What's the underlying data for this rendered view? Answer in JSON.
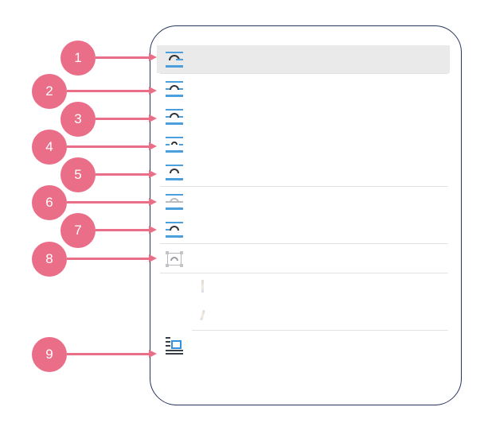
{
  "panel": {
    "name": "borders-menu-panel",
    "border_color": "#27355c",
    "selected_row_color": "#eaeaea",
    "separator_color": "#e2e2e2",
    "rows": [
      {
        "id": "row-1",
        "icon": "border-bottom-icon",
        "label": "",
        "selected": true,
        "disabled": false
      },
      {
        "id": "row-2",
        "icon": "border-all-icon",
        "label": "",
        "selected": false,
        "disabled": false
      },
      {
        "id": "row-3",
        "icon": "border-outer-icon",
        "label": "",
        "selected": false,
        "disabled": false
      },
      {
        "id": "row-4",
        "icon": "border-inner-icon",
        "label": "",
        "selected": false,
        "disabled": false
      },
      {
        "id": "row-5",
        "icon": "border-top-bottom-icon",
        "label": "",
        "selected": false,
        "disabled": false
      },
      {
        "id": "row-6",
        "icon": "border-none-icon",
        "label": "",
        "selected": false,
        "disabled": true
      },
      {
        "id": "row-7",
        "icon": "border-left-icon",
        "label": "",
        "selected": false,
        "disabled": false
      },
      {
        "id": "row-8",
        "icon": "object-border-icon",
        "label": "",
        "selected": false,
        "disabled": true
      },
      {
        "id": "row-9",
        "icon": "pencil-draw-border-icon",
        "label": "",
        "selected": false,
        "disabled": true
      },
      {
        "id": "row-10",
        "icon": "eraser-border-icon",
        "label": "",
        "selected": false,
        "disabled": true
      },
      {
        "id": "row-11",
        "icon": "borders-and-shading-icon",
        "label": "",
        "selected": false,
        "disabled": false
      }
    ]
  },
  "callouts": {
    "color": "#eb6e89",
    "items": [
      {
        "number": "1",
        "target_row": "row-1"
      },
      {
        "number": "2",
        "target_row": "row-2"
      },
      {
        "number": "3",
        "target_row": "row-3"
      },
      {
        "number": "4",
        "target_row": "row-4"
      },
      {
        "number": "5",
        "target_row": "row-5"
      },
      {
        "number": "6",
        "target_row": "row-6"
      },
      {
        "number": "7",
        "target_row": "row-7"
      },
      {
        "number": "8",
        "target_row": "row-8"
      },
      {
        "number": "9",
        "target_row": "row-11"
      }
    ]
  }
}
